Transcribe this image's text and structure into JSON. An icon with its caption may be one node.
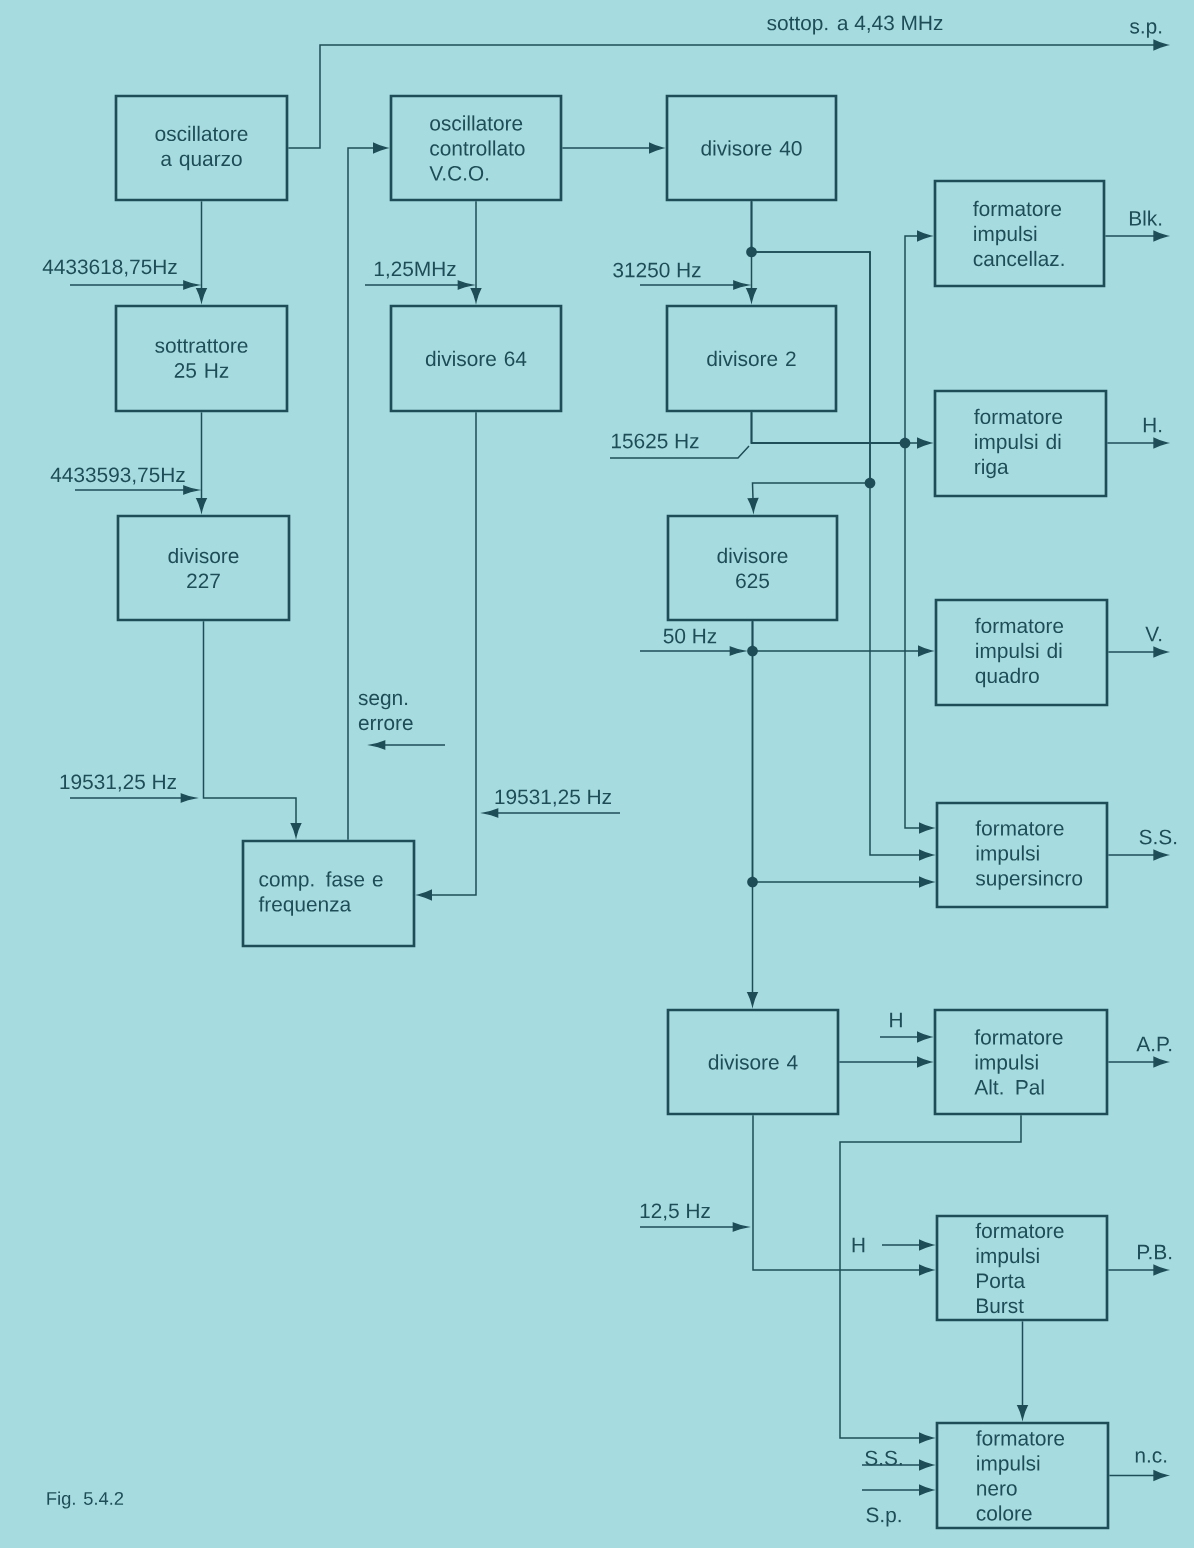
{
  "diagram": {
    "caption": "Fig. 5.4.2",
    "nodes": [
      {
        "text": [
          "oscillatore a quarzo"
        ]
      },
      {
        "text": [
          "oscillatore controllato V.C.O."
        ]
      },
      {
        "text": [
          "divisore 40"
        ]
      },
      {
        "text": [
          "formatore impulsi cancellaz."
        ]
      },
      {
        "text": [
          "sottrattore 25 Hz"
        ]
      },
      {
        "text": [
          "divisore 64"
        ]
      },
      {
        "text": [
          "divisore 2"
        ]
      },
      {
        "text": [
          "formatore impulsi di riga"
        ]
      },
      {
        "text": [
          "divisore 227"
        ]
      },
      {
        "text": [
          "divisore 625"
        ]
      },
      {
        "text": [
          "formatore impulsi di quadro"
        ]
      },
      {
        "text": [
          "formatore impulsi supersincro"
        ]
      },
      {
        "text": [
          "comp. fase e frequenza"
        ]
      },
      {
        "text": [
          "divisore 4"
        ]
      },
      {
        "text": [
          "formatore impulsi Alt. Pal"
        ]
      },
      {
        "text": [
          "formatore impulsi Porta Burst"
        ]
      },
      {
        "text": [
          "formatore impulsi nero colore"
        ]
      }
    ],
    "edges": [
      {
        "from": 0,
        "to": null,
        "arrow": "to",
        "label": "s.p."
      },
      {
        "from": 12,
        "to": 1,
        "arrow": "to"
      },
      {
        "from": 1,
        "to": 2,
        "arrow": "to"
      },
      {
        "from": 0,
        "to": 4,
        "arrow": "to"
      },
      {
        "from": 1,
        "to": 5,
        "arrow": "to"
      },
      {
        "from": 2,
        "to": 6,
        "arrow": "to"
      },
      {
        "from": 4,
        "to": 8,
        "arrow": "to"
      },
      {
        "from": 8,
        "to": 12,
        "arrow": "to"
      },
      {
        "from": 5,
        "to": 12,
        "arrow": "to"
      },
      {
        "from": 2,
        "to": 11,
        "arrow": "to"
      },
      {
        "from": 2,
        "to": 9,
        "arrow": "to"
      },
      {
        "from": 6,
        "to": 7,
        "arrow": "to"
      },
      {
        "from": 6,
        "to": 3,
        "arrow": "to"
      },
      {
        "from": 6,
        "to": 11,
        "arrow": "to"
      },
      {
        "from": 9,
        "to": 10,
        "arrow": "to"
      },
      {
        "from": 9,
        "to": 11,
        "arrow": "to"
      },
      {
        "from": 9,
        "to": 13,
        "arrow": "to"
      },
      {
        "from": 13,
        "to": 14,
        "arrow": "to"
      },
      {
        "from": 13,
        "to": 15,
        "arrow": "to"
      },
      {
        "from": 14,
        "to": 16,
        "arrow": "to"
      },
      {
        "from": 15,
        "to": 16,
        "arrow": "to"
      },
      {
        "from": 3,
        "to": null,
        "arrow": "to",
        "label": "Blk."
      },
      {
        "from": 7,
        "to": null,
        "arrow": "to",
        "label": "H."
      },
      {
        "from": 10,
        "to": null,
        "arrow": "to",
        "label": "V."
      },
      {
        "from": 11,
        "to": null,
        "arrow": "to",
        "label": "S.S."
      },
      {
        "from": 14,
        "to": null,
        "arrow": "to",
        "label": "A.P."
      },
      {
        "from": 15,
        "to": null,
        "arrow": "to",
        "label": "P.B."
      },
      {
        "from": 16,
        "to": null,
        "arrow": "to",
        "label": "n.c."
      },
      {
        "from": null,
        "to": 14,
        "arrow": "to",
        "label": "H"
      },
      {
        "from": null,
        "to": 15,
        "arrow": "to",
        "label": "H"
      },
      {
        "from": null,
        "to": 16,
        "arrow": "to",
        "label": "S.S."
      },
      {
        "from": null,
        "to": 16,
        "arrow": "to",
        "label": "S.p."
      }
    ],
    "labels": [
      "sottop. a 4,43 MHz",
      "4433618,75Hz",
      "1,25MHz",
      "31250 Hz",
      "15625 Hz",
      "4433593,75Hz",
      "50 Hz",
      "segn. errore",
      "19531,25 Hz",
      "19531,25 Hz",
      "12,5 Hz"
    ]
  }
}
